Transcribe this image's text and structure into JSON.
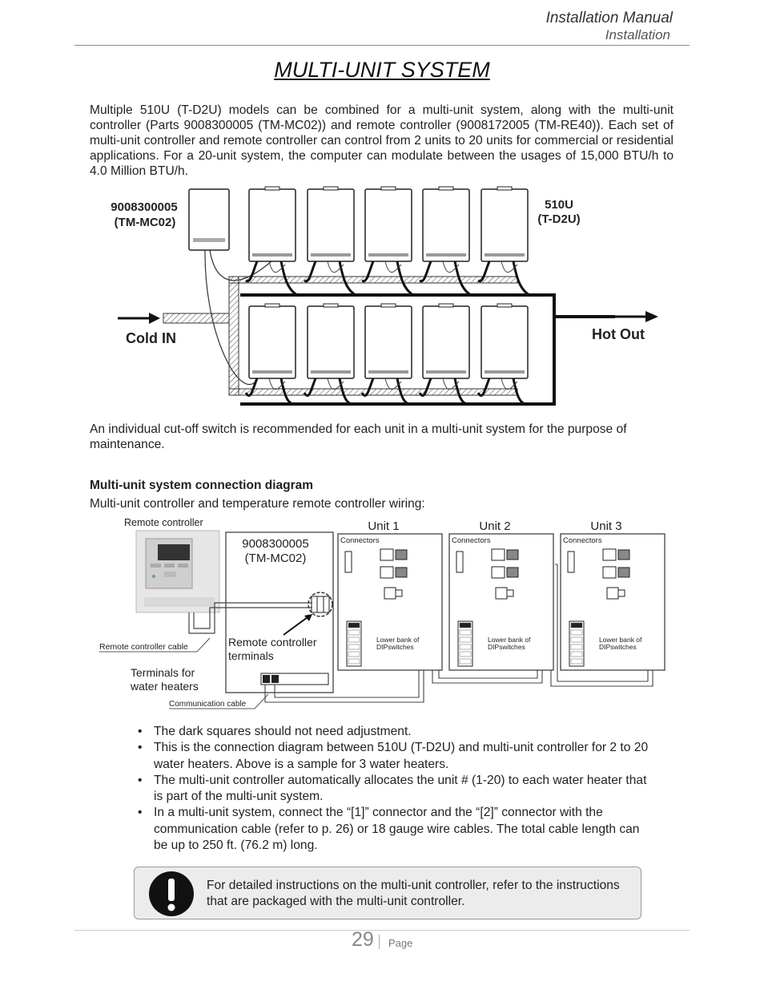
{
  "header": {
    "title": "Installation Manual",
    "section": "Installation"
  },
  "page_title": "MULTI-UNIT SYSTEM",
  "intro": "Multiple 510U (T-D2U) models can be combined for a multi-unit system, along with the multi-unit controller (Parts 9008300005 (TM-MC02)) and remote controller (9008172005 (TM-RE40)). Each set of multi-unit controller and remote controller can control from 2 units to 20 units for commercial or residential applications.  For a 20-unit system, the computer can modulate between the usages of 15,000 BTU/h to 4.0 Million BTU/h.",
  "figure1": {
    "controller_part": "9008300005",
    "controller_model": "(TM-MC02)",
    "heater_part": "510U",
    "heater_model": "(T-D2U)",
    "cold_label": "Cold IN",
    "hot_label": "Hot Out"
  },
  "cutoff_note": "An individual cut-off switch is recommended for each unit in a multi-unit system for the purpose of maintenance.",
  "diagram": {
    "heading": "Multi-unit system connection diagram",
    "subheading": "Multi-unit controller and temperature remote controller wiring:",
    "remote_controller": "Remote controller",
    "controller_part": "9008300005",
    "controller_model": "(TM-MC02)",
    "remote_cable": "Remote controller cable",
    "remote_terminals_1": "Remote controller",
    "remote_terminals_2": "terminals",
    "heater_terminals_1": "Terminals for",
    "heater_terminals_2": "water heaters",
    "comm_cable": "Communication cable",
    "units": [
      {
        "name": "Unit 1",
        "connectors": "Connectors",
        "dip_label_1": "Lower bank of",
        "dip_label_2": "DIPswitches"
      },
      {
        "name": "Unit 2",
        "connectors": "Connectors",
        "dip_label_1": "Lower bank of",
        "dip_label_2": "DIPswitches"
      },
      {
        "name": "Unit 3",
        "connectors": "Connectors",
        "dip_label_1": "Lower bank of",
        "dip_label_2": "DIPswitches"
      }
    ]
  },
  "bullets": [
    "The dark squares should not need adjustment.",
    "This is the connection diagram between 510U (T-D2U) and multi-unit controller for 2 to 20 water heaters.  Above is a sample for 3 water heaters.",
    "The multi-unit controller automatically allocates the unit # (1-20) to each water heater that is part of the multi-unit system.",
    "In a multi-unit system, connect the “[1]” connector and the “[2]” connector with the communication cable (refer to p. 26) or 18 gauge wire cables.  The total cable length can be up to 250 ft. (76.2 m) long."
  ],
  "note": "For detailed instructions on the multi-unit controller, refer to the instructions that are packaged with the multi-unit controller.",
  "footer": {
    "page_number": "29",
    "page_word": "Page"
  }
}
